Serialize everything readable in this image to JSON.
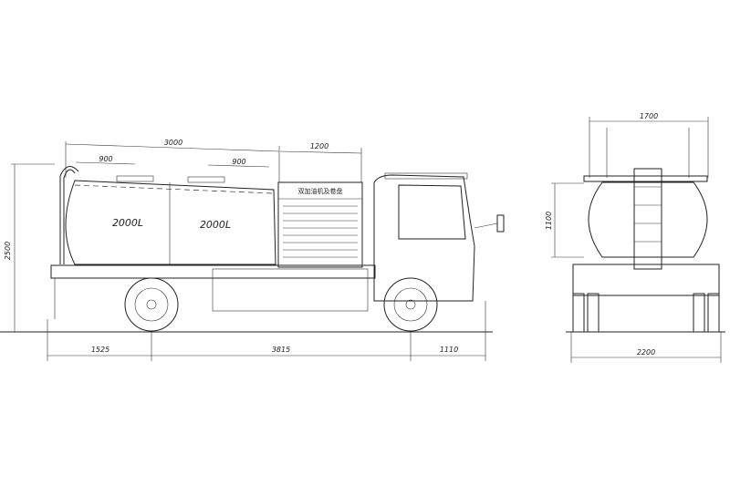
{
  "side_view": {
    "tank_length": "3000",
    "hatch_spacing_front": "900",
    "hatch_spacing_rear": "900",
    "cabinet_length": "1200",
    "cabinet_label": "双加油机及卷盘",
    "compartment_1_capacity": "2000L",
    "compartment_2_capacity": "2000L",
    "overall_height": "2500",
    "rear_overhang": "1525",
    "wheelbase": "3815",
    "front_overhang": "1110"
  },
  "rear_view": {
    "top_width": "1700",
    "tank_height": "1100",
    "overall_width": "2200"
  }
}
